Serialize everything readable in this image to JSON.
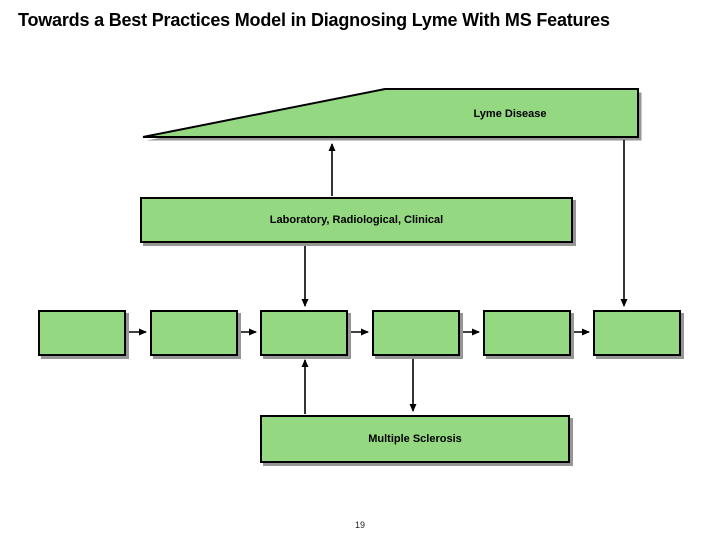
{
  "colors": {
    "node-fill": "#94d881",
    "node-border": "#000000",
    "node-shadow": "#969696"
  },
  "slide": {
    "title": "Towards a Best Practices Model in Diagnosing Lyme With MS Features",
    "page_number": "19"
  },
  "diagram": {
    "type": "flowchart",
    "nodes": {
      "lyme": {
        "label": "Lyme Disease",
        "shape": "wedge"
      },
      "criteria": {
        "label": "Laboratory, Radiological, Clinical",
        "shape": "rect"
      },
      "ms": {
        "label": "Multiple Sclerosis",
        "shape": "rect"
      },
      "unlabeled_steps": [
        "",
        "",
        "",
        "",
        "",
        ""
      ]
    },
    "edges": [
      {
        "from": "criteria",
        "to": "lyme",
        "direction": "up"
      },
      {
        "from": "lyme",
        "to": "step-6",
        "direction": "down"
      },
      {
        "from": "criteria",
        "to": "step-3",
        "direction": "down"
      },
      {
        "from": "ms",
        "to": "step-3",
        "direction": "up"
      },
      {
        "from": "step-4",
        "to": "ms",
        "direction": "down"
      },
      {
        "from": "step-1",
        "to": "step-2",
        "direction": "right"
      },
      {
        "from": "step-2",
        "to": "step-3",
        "direction": "right"
      },
      {
        "from": "step-3",
        "to": "step-4",
        "direction": "right"
      },
      {
        "from": "step-4",
        "to": "step-5",
        "direction": "right"
      },
      {
        "from": "step-5",
        "to": "step-6",
        "direction": "right"
      }
    ]
  }
}
